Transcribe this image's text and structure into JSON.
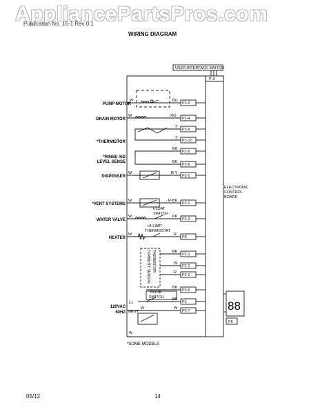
{
  "watermark": "AppliancePartsPros.com",
  "header_text": "Publication No. 15-1 Rev 0 1",
  "title": "WIRING DIAGRAM",
  "footer": {
    "date": "05/12",
    "page": "14"
  },
  "footnote": "*SOME MODELS",
  "board": {
    "uis_label": "USER INTERFACE SWITCH",
    "uis_pin": "P-3",
    "ecb_lines": [
      "ELECTRONIC",
      "CONTROL",
      "BOARD"
    ],
    "display_digits": "88",
    "display_pin": "P6"
  },
  "components": {
    "pump_motor": "PUMP MOTOR",
    "drain_motor": "DRAIN MOTOR",
    "thermistor": "*THERMISTOR",
    "rinse_aid": [
      "*RINSE AID",
      "LEVEL SENSE"
    ],
    "dispenser": "DISPENSER",
    "vent": "*VENT SYSTEMS",
    "water_valve": "WATER VALVE",
    "heater": "HEATER",
    "float_switch": [
      "FLOAT",
      "SWITCH"
    ],
    "hi_limit": [
      "HI-LIMIT",
      "THERMOSTAT"
    ],
    "turbidity": [
      "TURBIDITY SENSOR",
      "THERMISTOR"
    ],
    "door_switch": [
      "DOOR",
      "SWITCH"
    ],
    "supply": [
      "120VAC",
      "60HZ"
    ],
    "l1": "L1",
    "neut": "NEUT"
  },
  "wires": {
    "pump_w": "W",
    "pump_bu": "BU",
    "drain_w": "W",
    "drain_vio": "VIO",
    "therm_y1": "Y",
    "therm_y2": "Y",
    "rinse_bk1": "BK",
    "rinse_bk2": "BK",
    "disp_w": "W",
    "disp_ry": "R-Y",
    "vent_w": "W",
    "vent_rbk": "R-BK",
    "valve_w": "W",
    "valve_pk": "PK",
    "heater_w": "W",
    "heater_r": "R",
    "turb_bk": "BK",
    "turb_w": "W",
    "turb_r": "R",
    "door_bk1": "BK",
    "door_bk2": "BK",
    "neut_w1": "W",
    "neut_w2": "W",
    "bottom_w": "W"
  },
  "pins": {
    "pump": "P3-5",
    "drain": "P3-4",
    "therm1": "P3-9",
    "therm2": "P3-10",
    "rinse1": "P2-5",
    "rinse2": "P2-6",
    "disp": "P3-1",
    "vent": "P3-2",
    "valve": "P3-3",
    "heater": "P6",
    "turb1": "P2-1",
    "turb2": "P2-2",
    "turb3": "P2-3",
    "door1": "P3-6",
    "door2": "P1",
    "neut": "P3-7"
  }
}
